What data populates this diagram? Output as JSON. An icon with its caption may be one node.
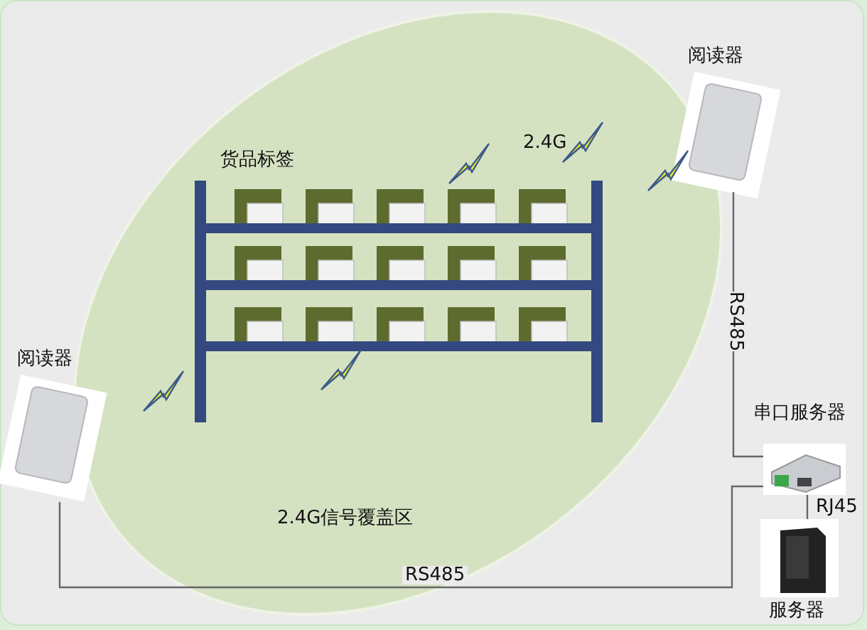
{
  "diagram": {
    "nodes": [
      {
        "text": [
          "2.4G信号覆盖区"
        ]
      },
      {
        "text": [
          "货品标签"
        ],
        "in": 0
      },
      {
        "text": [
          "阅读器"
        ]
      },
      {
        "text": [
          "阅读器"
        ]
      },
      {
        "text": [
          "串口服务器"
        ]
      },
      {
        "text": [
          "服务器"
        ]
      }
    ],
    "edges": [
      {
        "from": 2,
        "to": 4,
        "arrow": "none",
        "label": "RS485"
      },
      {
        "from": 3,
        "to": 4,
        "arrow": "none",
        "label": "RS485"
      },
      {
        "from": 4,
        "to": 5,
        "arrow": "none",
        "label": "RJ45"
      }
    ],
    "labels": [
      "2.4G"
    ]
  }
}
